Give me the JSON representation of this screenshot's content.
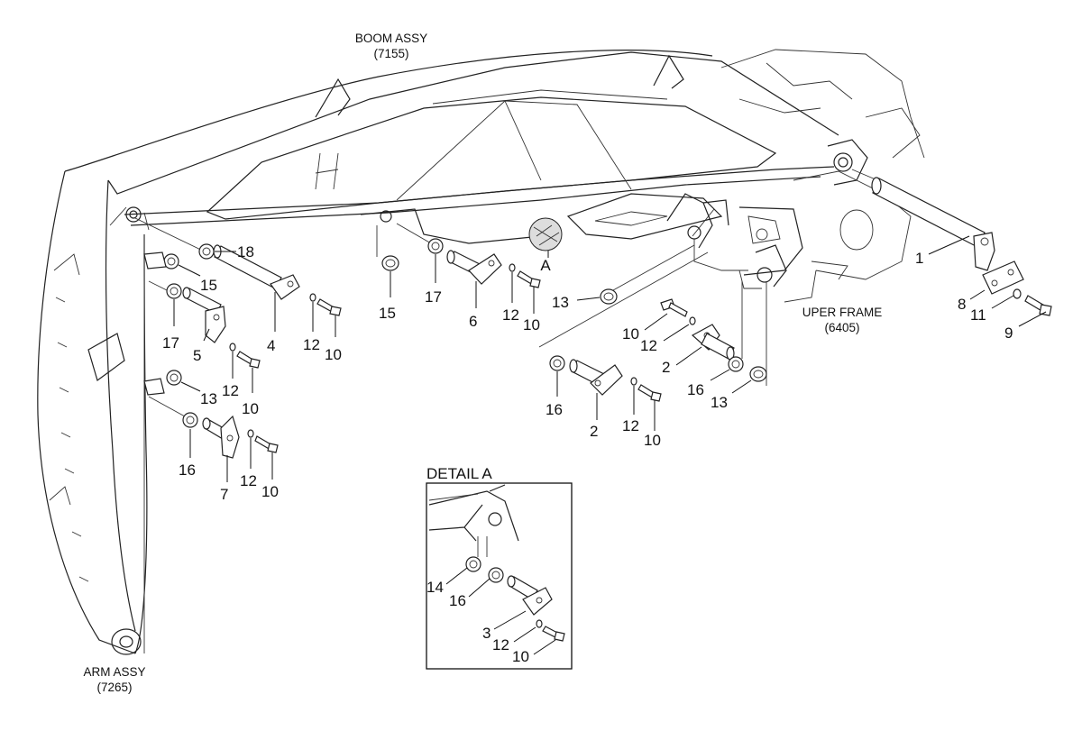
{
  "assemblies": {
    "boom": {
      "name": "BOOM ASSY",
      "code": "(7155)"
    },
    "arm": {
      "name": "ARM ASSY",
      "code": "(7265)"
    },
    "upper_frame": {
      "name": "UPER FRAME",
      "code": "(6405)"
    }
  },
  "detail": {
    "title": "DETAIL A",
    "marker": "A",
    "callouts": [
      "14",
      "16",
      "3",
      "12",
      "10"
    ]
  },
  "callouts": [
    "18",
    "15",
    "17",
    "5",
    "4",
    "12",
    "10",
    "13",
    "12",
    "10",
    "16",
    "7",
    "12",
    "10",
    "15",
    "17",
    "6",
    "12",
    "10",
    "13",
    "10",
    "12",
    "2",
    "16",
    "13",
    "16",
    "2",
    "12",
    "10",
    "1",
    "8",
    "11",
    "9"
  ]
}
